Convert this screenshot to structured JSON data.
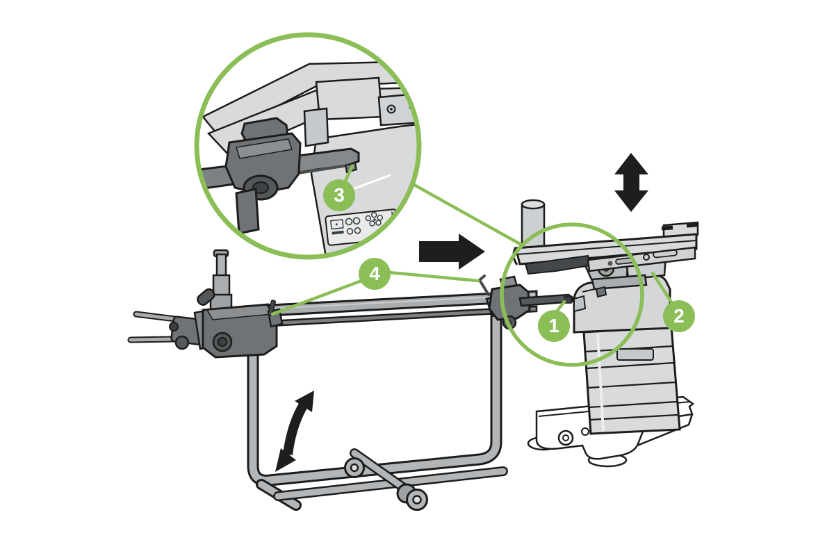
{
  "callouts": {
    "items": [
      {
        "label": "1"
      },
      {
        "label": "2"
      },
      {
        "label": "3"
      },
      {
        "label": "4"
      }
    ]
  },
  "icons": {
    "up_down_arrow": "up-down-double-arrow-icon",
    "right_arrow": "right-arrow-icon",
    "swing_arrow": "curved-double-arrow-icon",
    "detail_circle": "magnified-detail-circle",
    "dock_circle": "docking-area-highlight-circle",
    "control_label_plate": "control-panel-label"
  },
  "colors": {
    "background": "#ffffff",
    "accent_green": "#8cbe58",
    "outline": "#1c1c1c",
    "light_gray": "#d8dadb",
    "medium_gray": "#a9adb0",
    "dark_gray": "#6f7376",
    "darkest_gray": "#55585a",
    "arrow_black": "#1e1e1e"
  }
}
